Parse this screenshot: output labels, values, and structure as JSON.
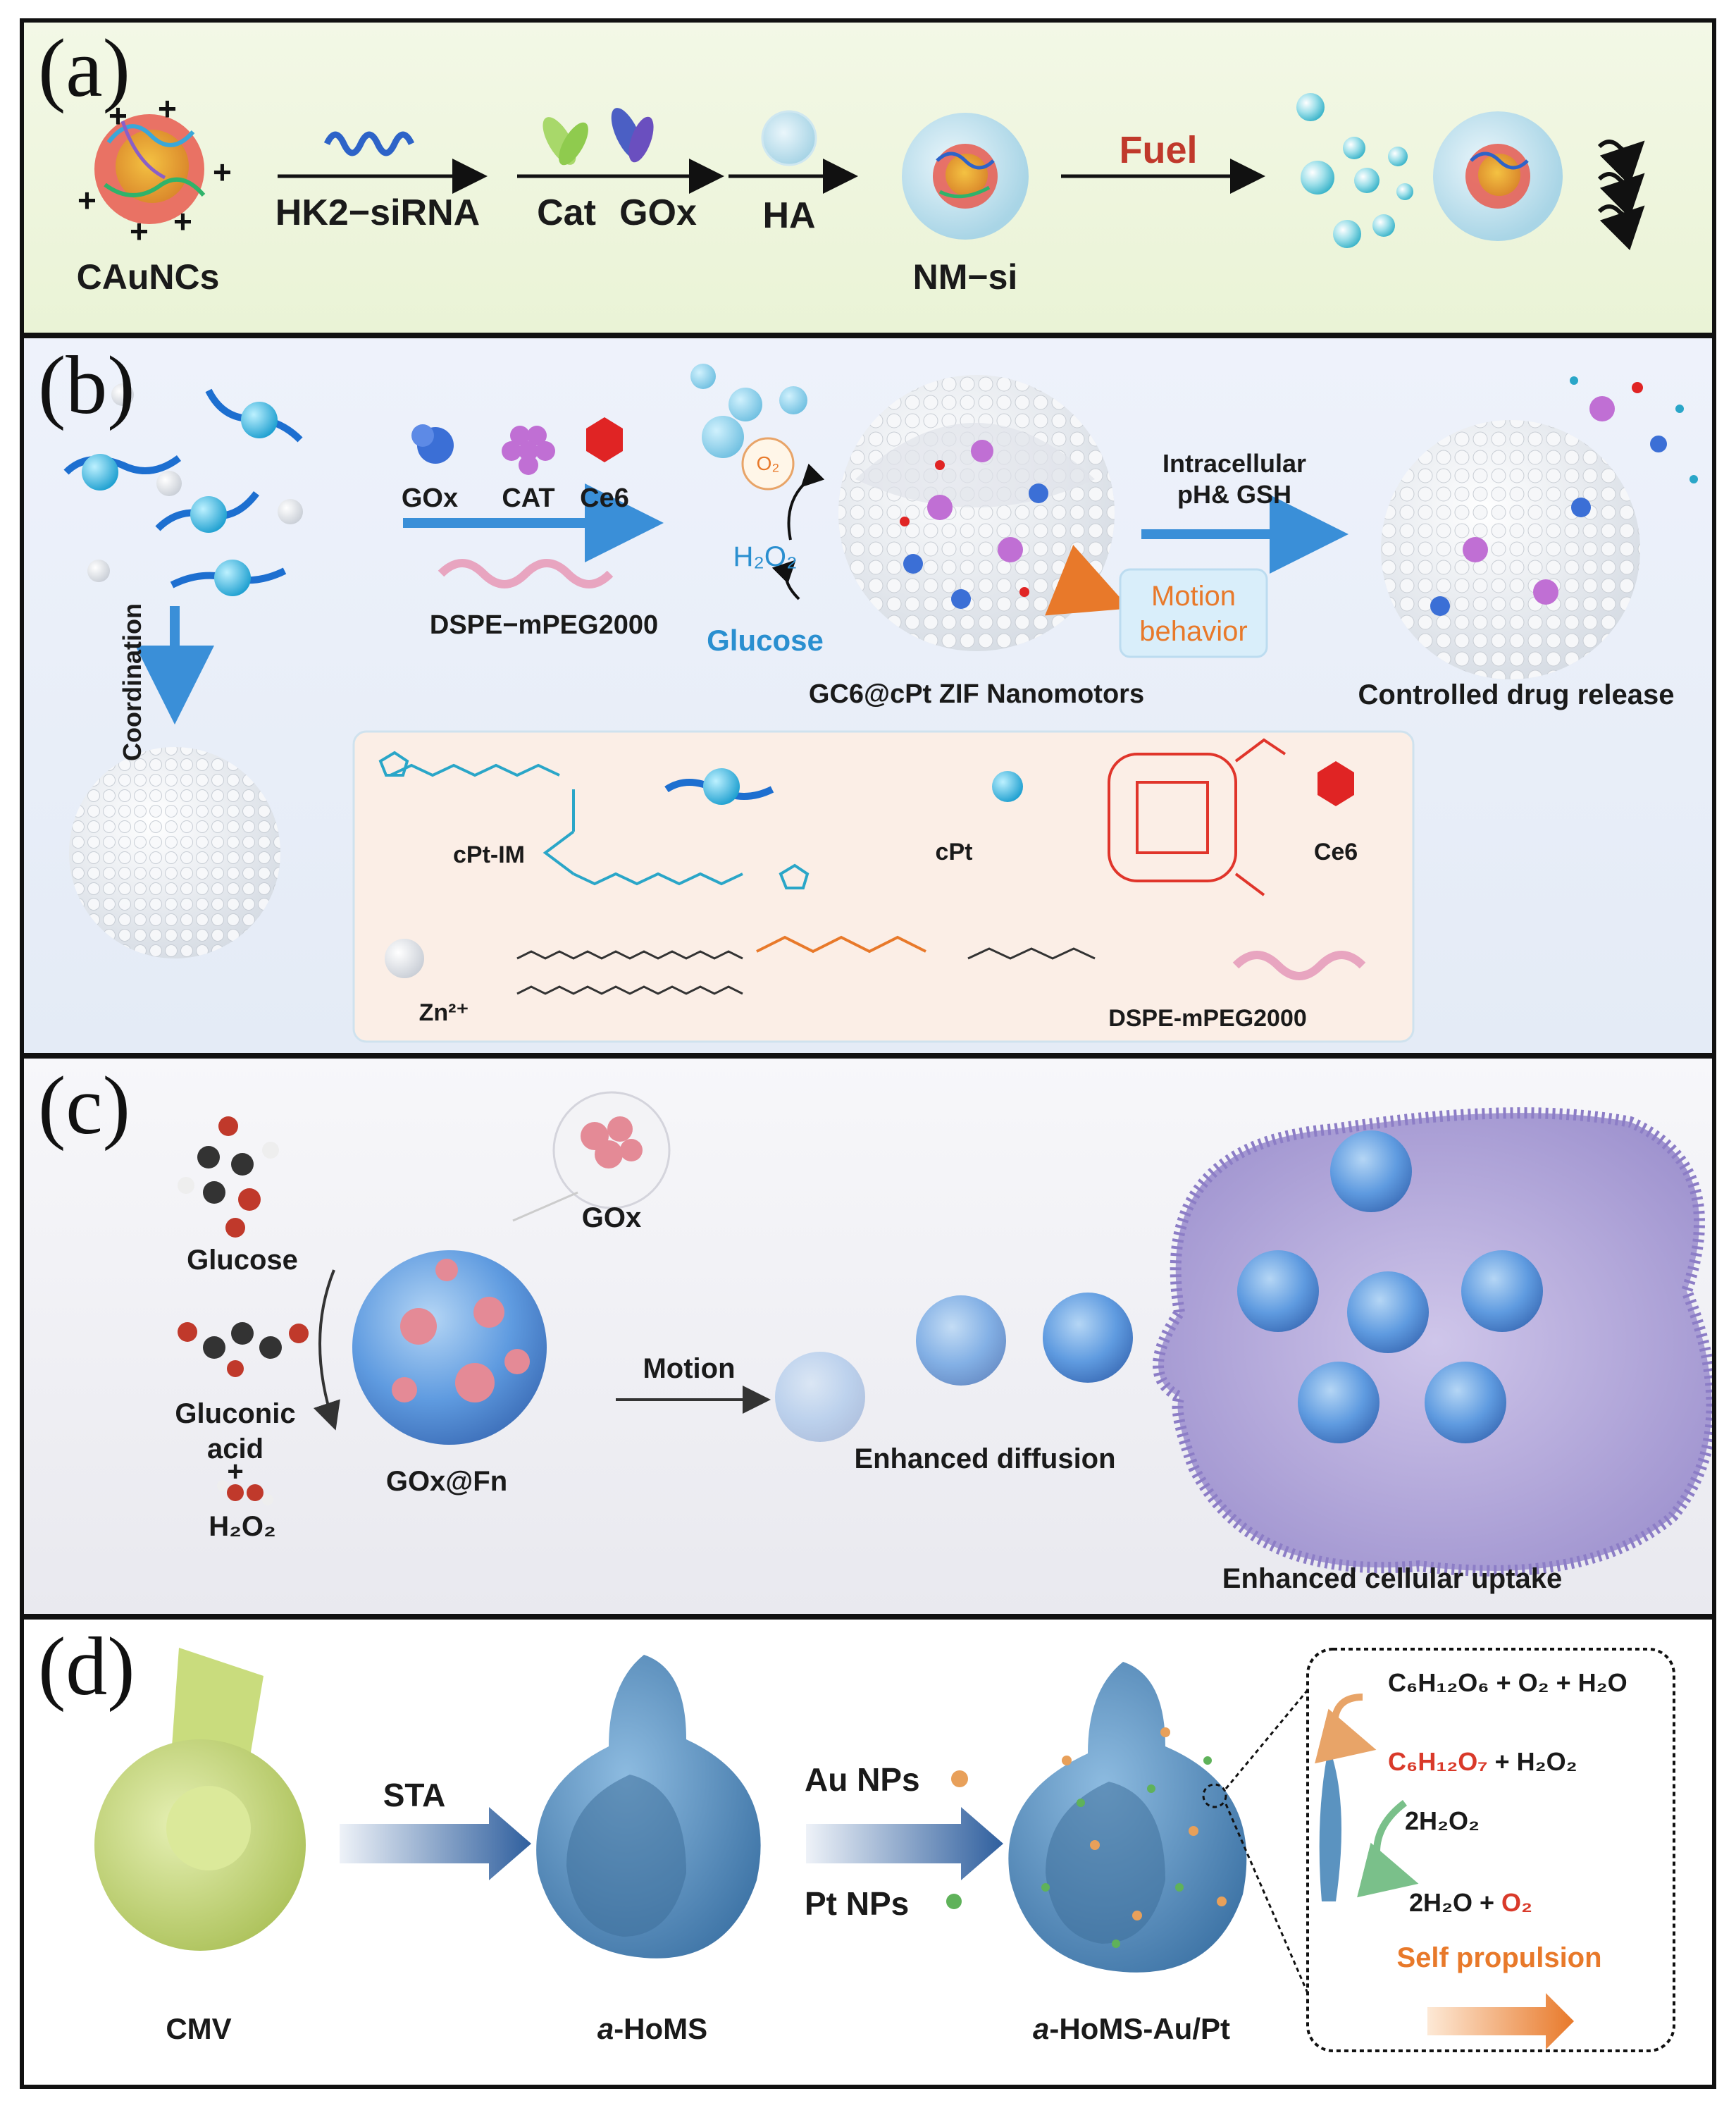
{
  "panels": {
    "a": {
      "label": "(a)",
      "steps": [
        "HK2−siRNA",
        "Cat",
        "GOx",
        "HA",
        "Fuel"
      ],
      "nodes": [
        "CAuNCs",
        "NM−si"
      ]
    },
    "b": {
      "label": "(b)",
      "reagents": [
        "GOx",
        "CAT",
        "Ce6"
      ],
      "polymer": "DSPE−mPEG2000",
      "coordination": "Coordination",
      "o2": "O₂",
      "h2o2": "H₂O₂",
      "glucose": "Glucose",
      "nanomotor": "GC6@cPt ZIF Nanomotors",
      "trigger_line1": "Intracellular",
      "trigger_line2": "pH& GSH",
      "motion_line1": "Motion",
      "motion_line2": "behavior",
      "release": "Controlled drug release",
      "legend": {
        "cpt_im": "cPt-IM",
        "cpt": "cPt",
        "ce6": "Ce6",
        "zn": "Zn²⁺",
        "dspe": "DSPE-mPEG2000"
      }
    },
    "c": {
      "label": "(c)",
      "gox": "GOx",
      "glucose": "Glucose",
      "gluconic_line1": "Gluconic",
      "gluconic_line2": "acid",
      "plus": "+",
      "h2o2": "H₂O₂",
      "particle": "GOx@Fn",
      "motion": "Motion",
      "diffusion": "Enhanced diffusion",
      "uptake": "Enhanced cellular uptake"
    },
    "d": {
      "label": "(d)",
      "sta": "STA",
      "au": "Au NPs",
      "pt": "Pt NPs",
      "cmv": "CMV",
      "homs_prefix": "a",
      "homs_suffix": "-HoMS",
      "homs_aupt_suffix": "-HoMS-Au/Pt",
      "reaction1": "C₆H₁₂O₆ + O₂ + H₂O",
      "reaction2_product": "C₆H₁₂O₇",
      "reaction2_rest": " + H₂O₂",
      "reaction3": "2H₂O₂",
      "reaction4_prefix": "2H₂O + ",
      "reaction4_o2": "O₂",
      "propulsion": "Self propulsion"
    }
  },
  "colors": {
    "panel_a_bg": "#eef6dc",
    "panel_b_bg": "#e8eef8",
    "cyan": "#2aa6c8",
    "blue_arrow": "#3a8fd8",
    "orange": "#e8792a",
    "red_text": "#d93a2a",
    "cmv_green": "#c5d77a",
    "homs_blue": "#5b93c0"
  }
}
